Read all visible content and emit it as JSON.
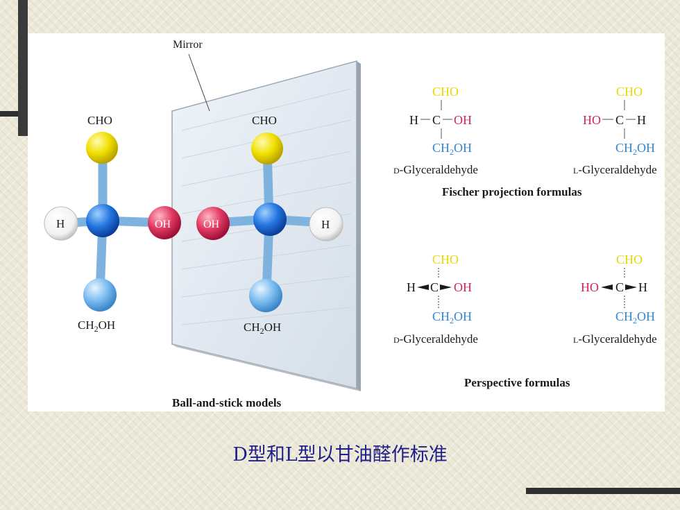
{
  "diagram": {
    "mirror_label": "Mirror",
    "ball_stick_caption": "Ball-and-stick models",
    "left_model": {
      "top": "CHO",
      "left": "H",
      "right": "OH",
      "bottom": "CH2OH"
    },
    "right_model": {
      "top": "CHO",
      "left": "OH",
      "right": "H",
      "bottom": "CH2OH"
    },
    "fischer": {
      "title": "Fischer projection formulas",
      "d": {
        "top": "CHO",
        "left": "H",
        "center": "C",
        "right": "OH",
        "bottom": "CH2OH",
        "name_prefix": "D",
        "name_rest": "-Glyceraldehyde"
      },
      "l": {
        "top": "CHO",
        "left": "HO",
        "center": "C",
        "right": "H",
        "bottom": "CH2OH",
        "name_prefix": "L",
        "name_rest": "-Glyceraldehyde"
      }
    },
    "perspective": {
      "title": "Perspective formulas",
      "d": {
        "top": "CHO",
        "left": "H",
        "center": "C",
        "right": "OH",
        "bottom": "CH2OH",
        "name_prefix": "D",
        "name_rest": "-Glyceraldehyde"
      },
      "l": {
        "top": "CHO",
        "left": "HO",
        "center": "C",
        "right": "H",
        "bottom": "CH2OH",
        "name_prefix": "L",
        "name_rest": "-Glyceraldehyde"
      }
    }
  },
  "caption": "D型和L型以甘油醛作标准",
  "colors": {
    "cho": "#e8d800",
    "oh": "#d4245a",
    "ch2oh": "#2e86d4",
    "carbon": "#1f6fd6",
    "text": "#1a1a1a",
    "caption": "#1e1e8c"
  }
}
